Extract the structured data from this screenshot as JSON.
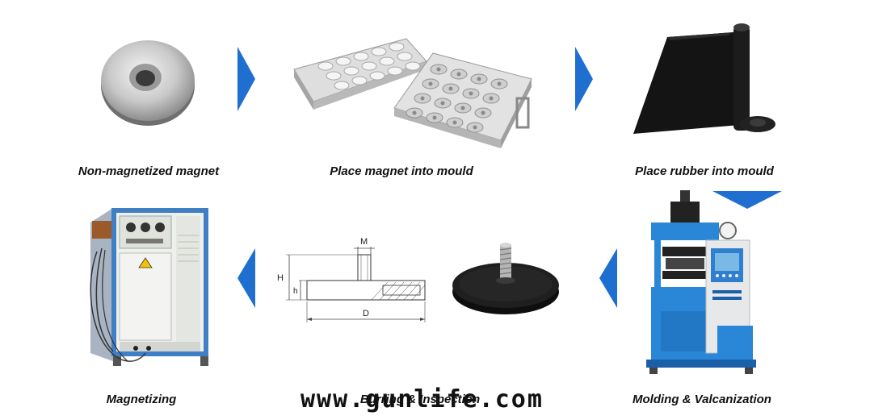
{
  "steps": [
    {
      "id": "magnet",
      "label": "Non-magnetized magnet"
    },
    {
      "id": "mould",
      "label": "Place magnet into mould"
    },
    {
      "id": "rubber",
      "label": "Place rubber into mould"
    },
    {
      "id": "molding",
      "label": "Molding & Valcanization"
    },
    {
      "id": "burring",
      "label": "Burring & Inspection"
    },
    {
      "id": "magnetizing",
      "label": "Magnetizing"
    }
  ],
  "drawing": {
    "dim_m": "M",
    "dim_h_upper": "H",
    "dim_h_lower": "h",
    "dim_d": "D"
  },
  "watermark": "www.gunlife.com",
  "colors": {
    "arrow": "#1f6fd1",
    "press_blue": "#2a86d6",
    "cabinet_blue": "#3f7fc4"
  }
}
